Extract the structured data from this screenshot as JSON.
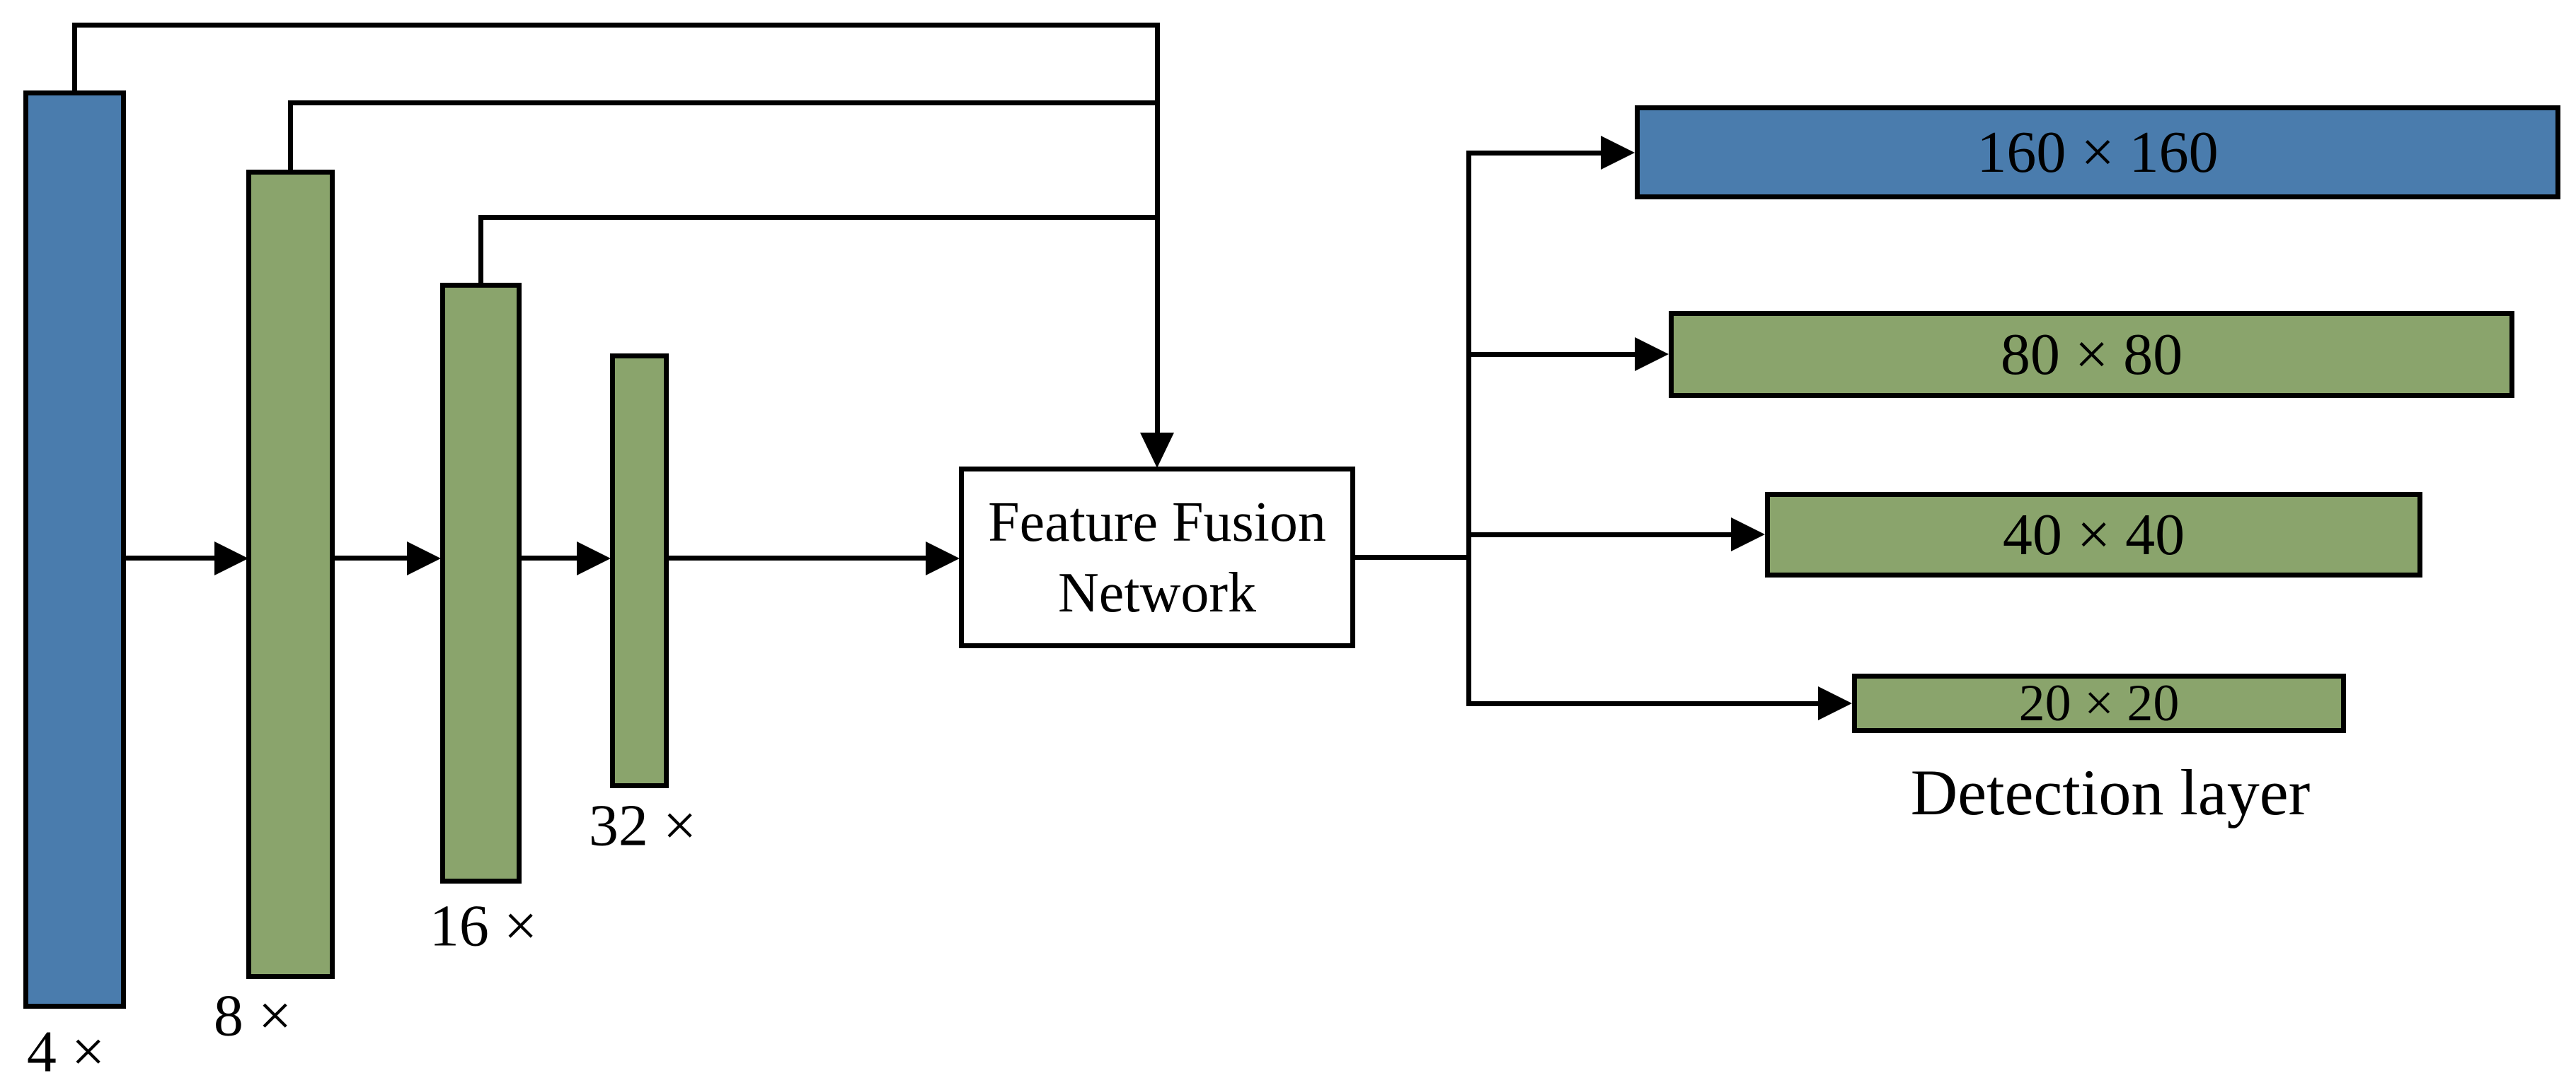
{
  "colors": {
    "blue": "#4a7cad",
    "green": "#8aa46c",
    "line": "#000000",
    "background": "#ffffff"
  },
  "backbone_bars": [
    {
      "label": "4 ×",
      "color": "blue"
    },
    {
      "label": "8 ×",
      "color": "green"
    },
    {
      "label": "16 ×",
      "color": "green"
    },
    {
      "label": "32 ×",
      "color": "green"
    }
  ],
  "fusion_box": {
    "title_line1": "Feature Fusion",
    "title_line2": "Network"
  },
  "output_bars": [
    {
      "label": "160 × 160",
      "color": "blue"
    },
    {
      "label": "80 × 80",
      "color": "green"
    },
    {
      "label": "40 × 40",
      "color": "green"
    },
    {
      "label": "20 × 20",
      "color": "green"
    }
  ],
  "caption": "Detection layer"
}
